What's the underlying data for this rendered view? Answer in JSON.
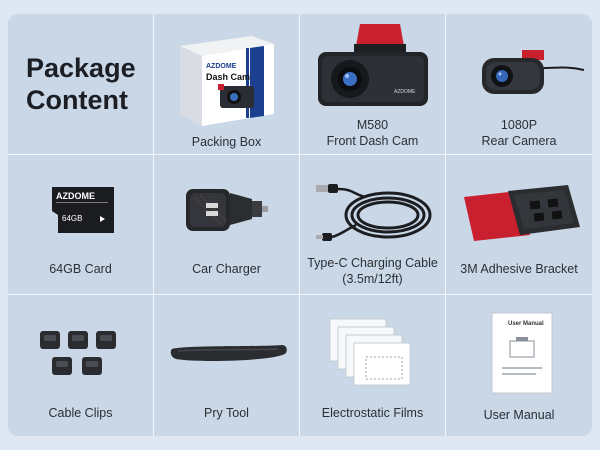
{
  "title": {
    "line1": "Package",
    "line2": "Content"
  },
  "items": [
    {
      "label": "Packing Box",
      "icon": "packing-box-icon"
    },
    {
      "label_line1": "M580",
      "label_line2": "Front Dash Cam",
      "icon": "front-dash-cam-icon"
    },
    {
      "label_line1": "1080P",
      "label_line2": "Rear Camera",
      "icon": "rear-camera-icon"
    },
    {
      "label": "64GB Card",
      "icon": "sd-card-icon",
      "card_brand": "AZDOME",
      "card_size": "64GB"
    },
    {
      "label": "Car Charger",
      "icon": "car-charger-icon"
    },
    {
      "label_line1": "Type-C Charging Cable",
      "label_line2": "(3.5m/12ft)",
      "icon": "charging-cable-icon"
    },
    {
      "label": "3M Adhesive Bracket",
      "icon": "adhesive-bracket-icon"
    },
    {
      "label": "Cable Clips",
      "icon": "cable-clips-icon"
    },
    {
      "label": "Pry Tool",
      "icon": "pry-tool-icon"
    },
    {
      "label": "Electrostatic Films",
      "icon": "electrostatic-films-icon"
    },
    {
      "label": "User Manual",
      "icon": "user-manual-icon",
      "manual_title": "User Manual"
    }
  ],
  "box": {
    "brand": "AZDOME",
    "product": "Dash Cam"
  },
  "camera": {
    "brand": "AZDOME"
  },
  "colors": {
    "panel": "#c9d7e6",
    "divider": "#f3f6fa",
    "text": "#2b2f36",
    "accent_red": "#c8202e",
    "box_blue": "#1c3f8f"
  }
}
